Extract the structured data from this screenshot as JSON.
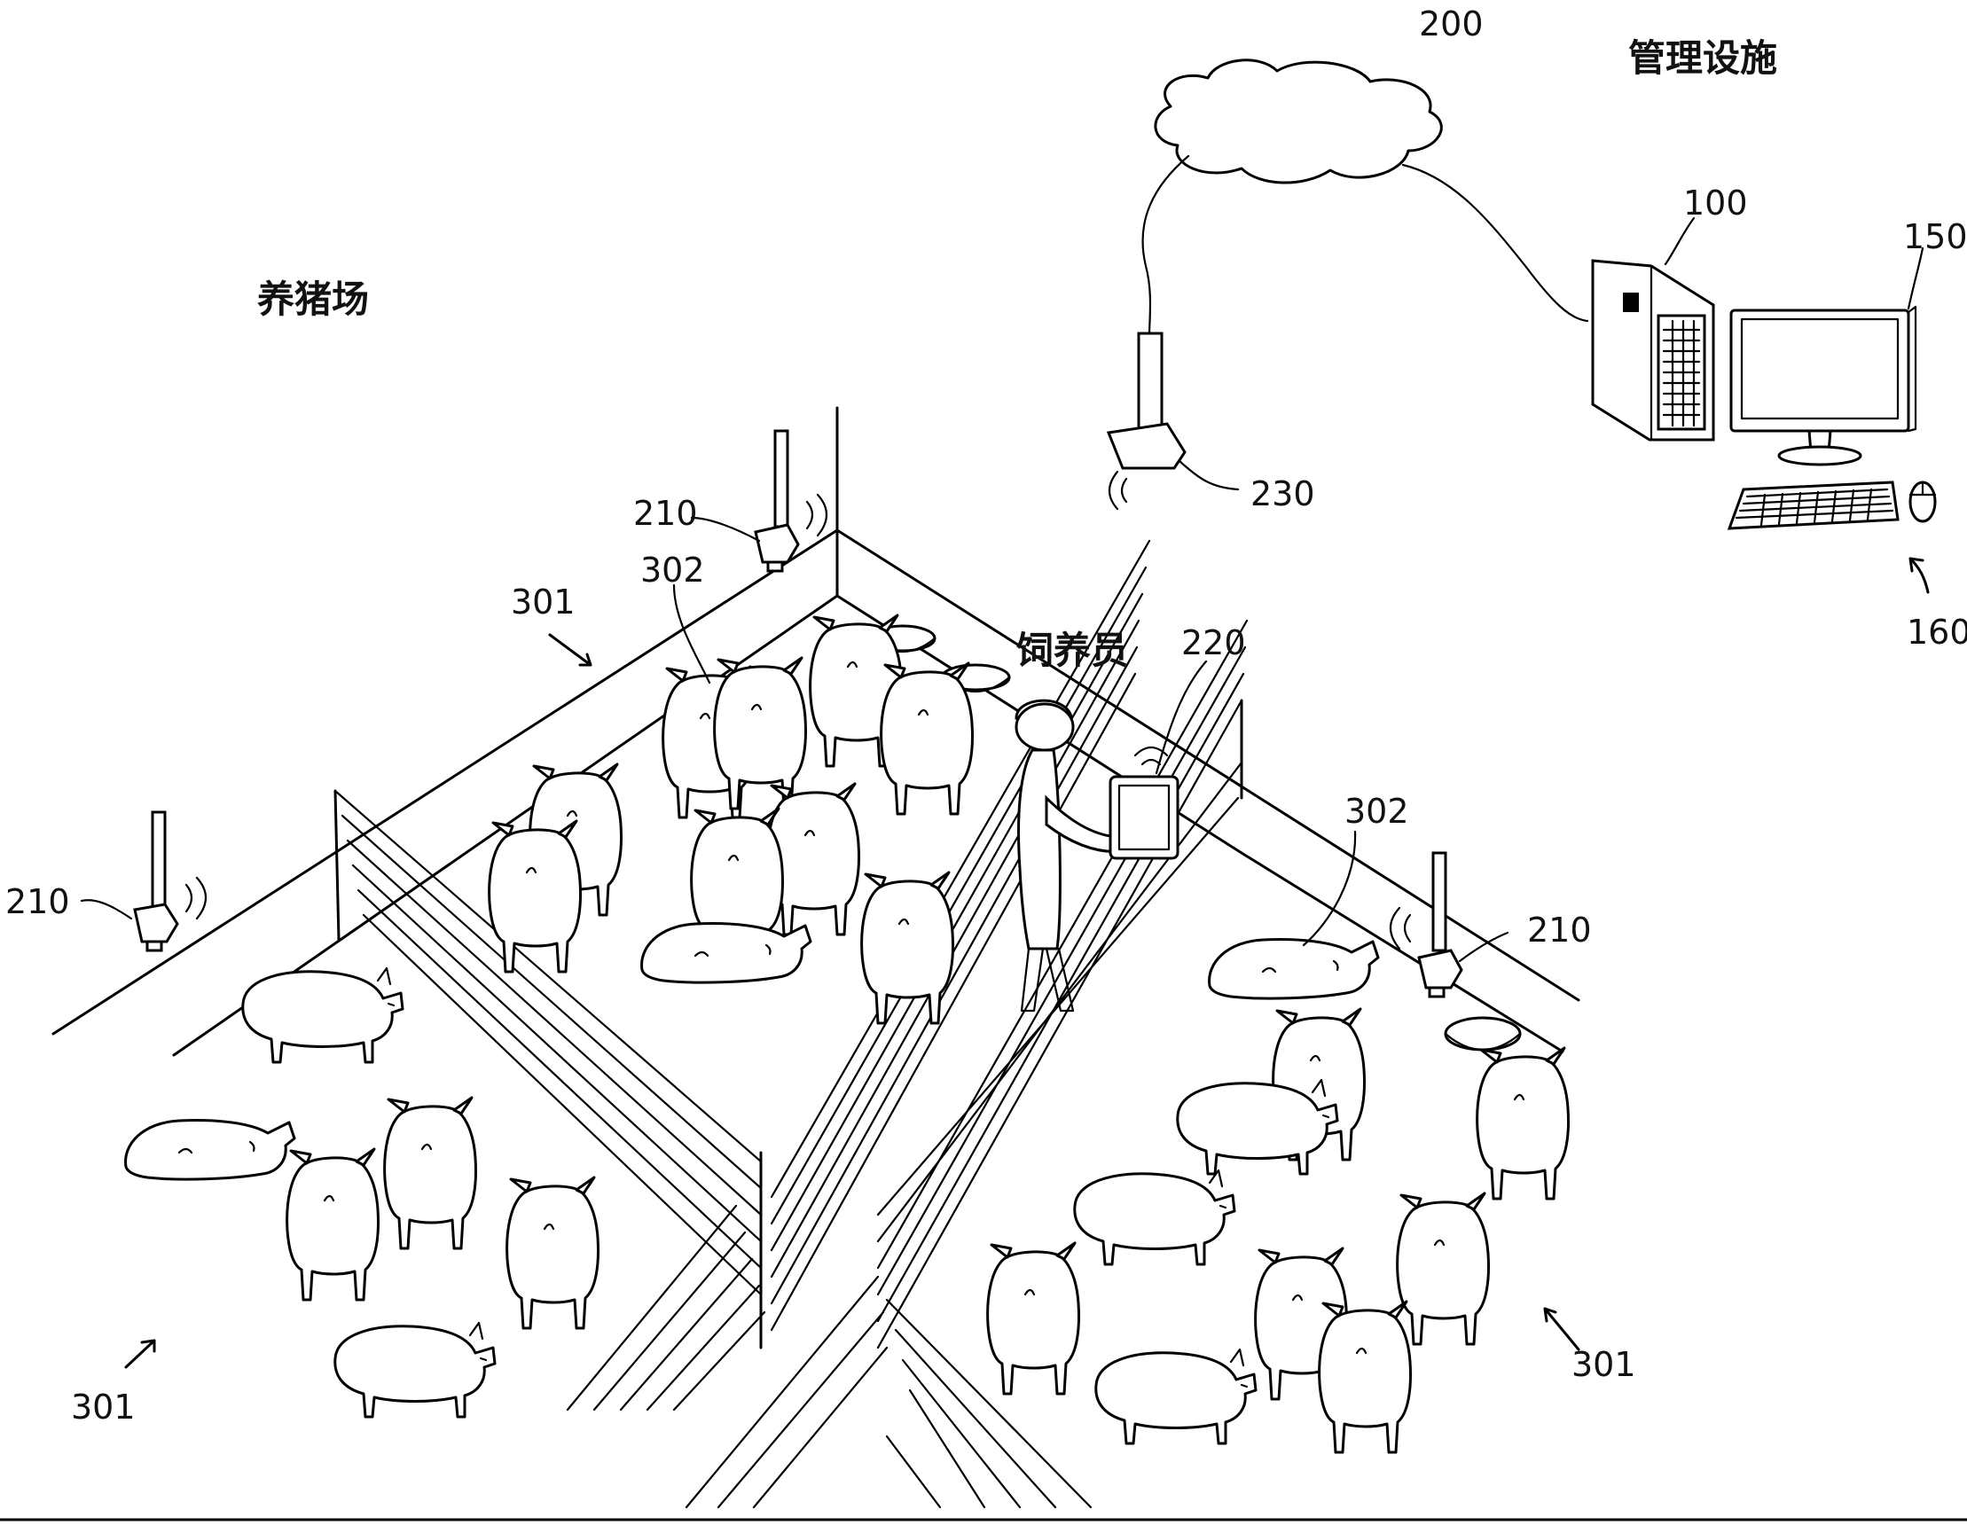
{
  "labels": {
    "pig_farm": "养猪场",
    "management_facility": "管理设施",
    "keeper": "饲养员"
  },
  "refs": {
    "cloud": "200",
    "server": "100",
    "display": "150",
    "keyboard_mouse": "160",
    "base_station": "230",
    "camera": "210",
    "tablet": "220",
    "pen": "301",
    "pig": "302"
  }
}
